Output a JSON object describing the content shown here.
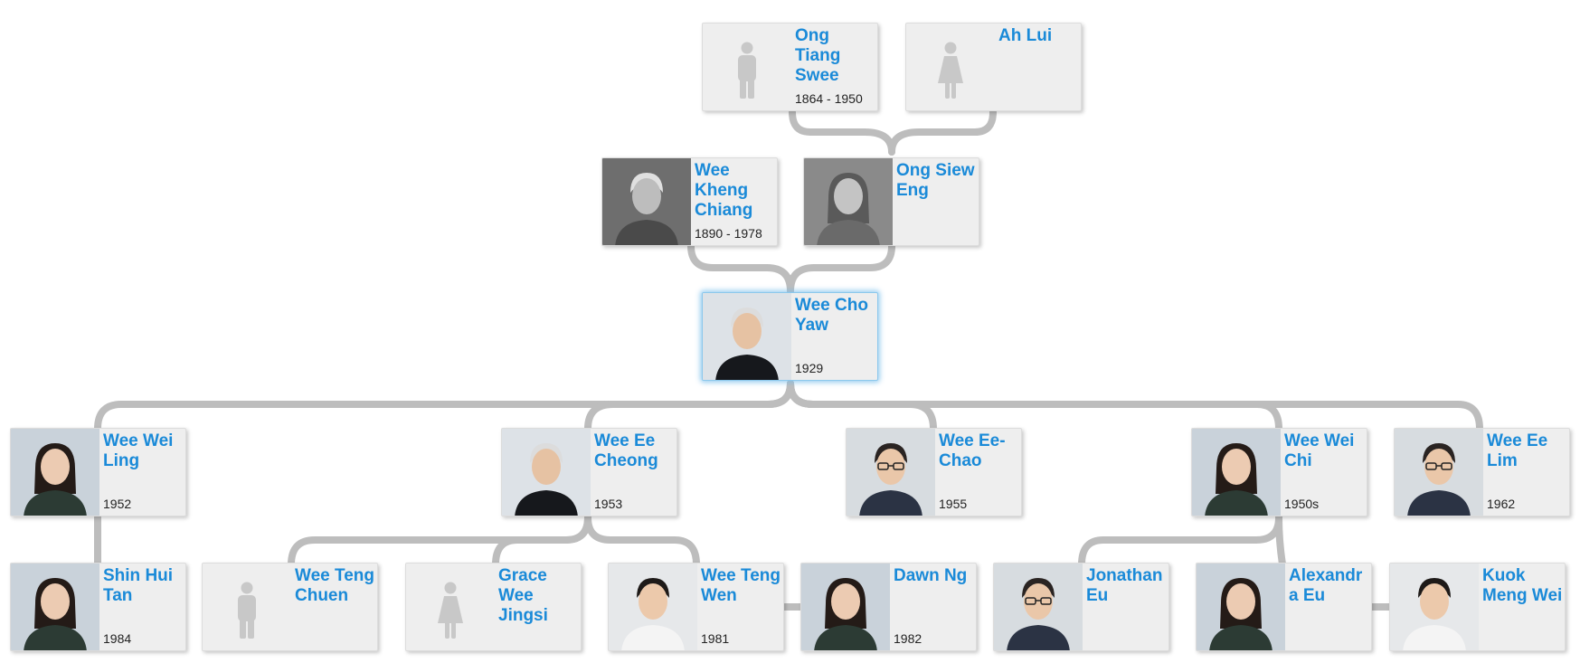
{
  "people": [
    {
      "id": "ong-tiang-swee",
      "name": "Ong Tiang Swee",
      "dates": "1864 - 1950",
      "photo": "male-placeholder-icon"
    },
    {
      "id": "ah-lui",
      "name": "Ah Lui",
      "dates": "",
      "photo": "female-placeholder-icon"
    },
    {
      "id": "wee-kheng-chiang",
      "name": "Wee Kheng Chiang",
      "dates": "1890 - 1978",
      "photo": "elderly-man-portrait"
    },
    {
      "id": "ong-siew-eng",
      "name": "Ong Siew Eng",
      "dates": "",
      "photo": "elderly-woman-portrait"
    },
    {
      "id": "wee-cho-yaw",
      "name": "Wee Cho Yaw",
      "dates": "1929",
      "photo": "man-in-suit-portrait"
    },
    {
      "id": "wee-wei-ling",
      "name": "Wee Wei Ling",
      "dates": "1952",
      "photo": "woman-portrait"
    },
    {
      "id": "wee-ee-cheong",
      "name": "Wee Ee Cheong",
      "dates": "1953",
      "photo": "man-in-suit-portrait"
    },
    {
      "id": "wee-ee-chao",
      "name": "Wee Ee-Chao",
      "dates": "1955",
      "photo": "man-with-glasses-portrait"
    },
    {
      "id": "wee-wei-chi",
      "name": "Wee Wei Chi",
      "dates": "1950s",
      "photo": "woman-portrait"
    },
    {
      "id": "wee-ee-lim",
      "name": "Wee Ee Lim",
      "dates": "1962",
      "photo": "man-with-glasses-portrait"
    },
    {
      "id": "shin-hui-tan",
      "name": "Shin Hui Tan",
      "dates": "1984",
      "photo": "woman-portrait"
    },
    {
      "id": "wee-teng-chuen",
      "name": "Wee Teng Chuen",
      "dates": "",
      "photo": "male-placeholder-icon"
    },
    {
      "id": "grace-wee-jingsi",
      "name": "Grace Wee Jingsi",
      "dates": "",
      "photo": "female-placeholder-icon"
    },
    {
      "id": "wee-teng-wen",
      "name": "Wee Teng Wen",
      "dates": "1981",
      "photo": "young-man-portrait"
    },
    {
      "id": "dawn-ng",
      "name": "Dawn Ng",
      "dates": "1982",
      "photo": "woman-portrait"
    },
    {
      "id": "jonathan-eu",
      "name": "Jonathan Eu",
      "dates": "",
      "photo": "man-with-glasses-portrait"
    },
    {
      "id": "alexandra-eu",
      "name": "Alexandra Eu",
      "dates": "",
      "photo": "woman-portrait"
    },
    {
      "id": "kuok-meng-wei",
      "name": "Kuok Meng Wei",
      "dates": "",
      "photo": "young-man-portrait"
    }
  ],
  "selected_person": "Wee Cho Yaw",
  "colors": {
    "name_text": "#1a8ad8",
    "card_background": "#eeeeee",
    "connector": "#bdbdbd",
    "selected_glow": "#8cc8ec"
  }
}
